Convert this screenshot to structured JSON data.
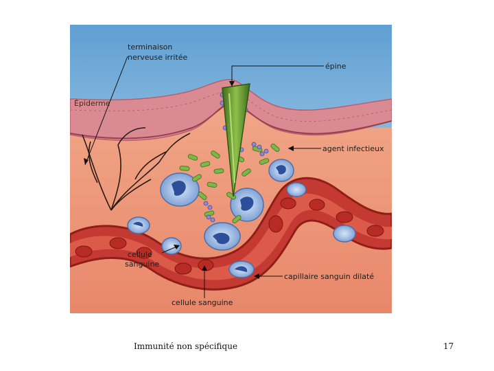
{
  "diagram": {
    "labels": {
      "nerve": [
        "terminaison",
        "nerveuse irritée"
      ],
      "spine": "épine",
      "epidermis": "Épiderme",
      "infectious_agent": "agent infectieux",
      "blood_cell_left": [
        "cellule",
        "sanguine"
      ],
      "dilated_capillary": "capillaire sanguin dilaté",
      "blood_cell_bottom": "cellule sanguine"
    }
  },
  "footer": {
    "title": "Immunité non spécifique",
    "page_number": "17"
  },
  "colors": {
    "sky": "#7fb3d8",
    "epidermis": "#d88a92",
    "dermis": "#ee9a7c",
    "capillary": "#c8352e",
    "red_cell": "#b82a24",
    "white_cell": "#8bb0e0",
    "white_nucleus": "#2d4f9a",
    "bacteria": "#7fb64a",
    "spine": "#5a8a2a"
  }
}
